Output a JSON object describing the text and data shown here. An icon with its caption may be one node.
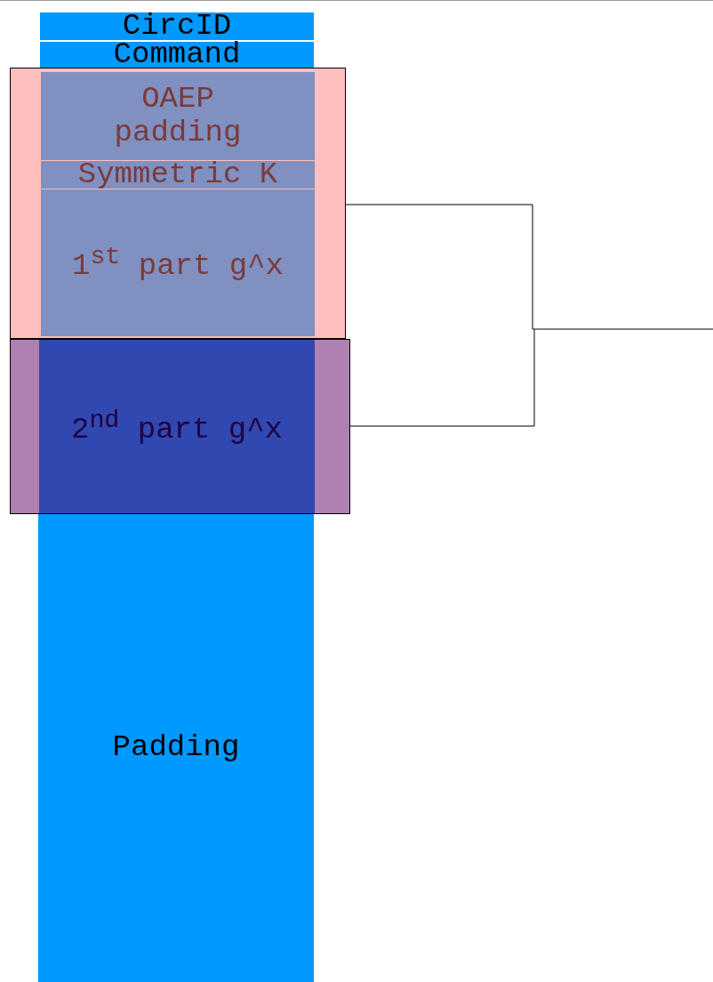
{
  "diagram": {
    "nodes": [
      {
        "text": [
          "CircID"
        ]
      },
      {
        "text": [
          "Command"
        ]
      },
      {
        "text": [],
        "shape": "box"
      },
      {
        "text": [
          "OAEP padding"
        ],
        "in": 2
      },
      {
        "text": [
          "Symmetric K"
        ],
        "in": 2
      },
      {
        "text": [
          "1$^{st}$ part g^x"
        ],
        "in": 2
      },
      {
        "text": [],
        "shape": "box"
      },
      {
        "text": [
          "2$^{nd}$ part g^x"
        ],
        "in": 6
      },
      {
        "text": [
          "Padding"
        ]
      }
    ],
    "edges": [
      {
        "from": 2,
        "to": null,
        "arrow": "none"
      },
      {
        "from": 6,
        "to": null,
        "arrow": "none"
      }
    ]
  }
}
